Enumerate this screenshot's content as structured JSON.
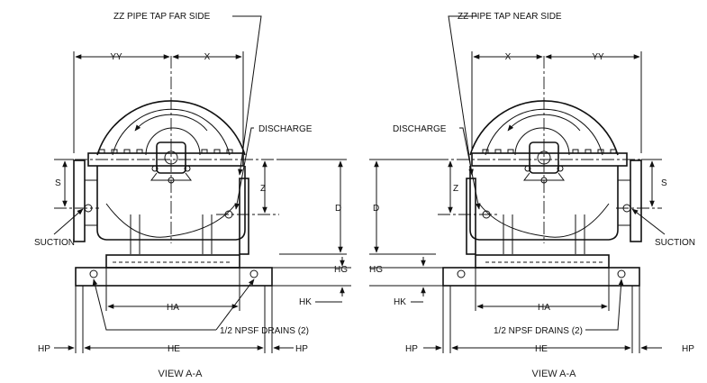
{
  "left_view": {
    "callout_top": "ZZ PIPE TAP FAR SIDE",
    "dim_yy": "YY",
    "dim_x": "X",
    "discharge": "DISCHARGE",
    "dim_s": "S",
    "dim_z": "Z",
    "dim_d": "D",
    "suction": "SUCTION",
    "dim_hg": "HG",
    "dim_ha": "HA",
    "dim_hk": "HK",
    "drains": "1/2 NPSF DRAINS (2)",
    "dim_hp_left": "HP",
    "dim_he": "HE",
    "dim_hp_right": "HP",
    "view_label": "VIEW A-A"
  },
  "right_view": {
    "callout_top": "ZZ PIPE TAP NEAR SIDE",
    "dim_x": "X",
    "dim_yy": "YY",
    "discharge": "DISCHARGE",
    "dim_z": "Z",
    "dim_d": "D",
    "dim_s": "S",
    "suction": "SUCTION",
    "dim_hg": "HG",
    "dim_ha": "HA",
    "dim_hk": "HK",
    "drains": "1/2 NPSF DRAINS (2)",
    "dim_hp_left": "HP",
    "dim_he": "HE",
    "dim_hp_right": "HP",
    "view_label": "VIEW A-A"
  }
}
